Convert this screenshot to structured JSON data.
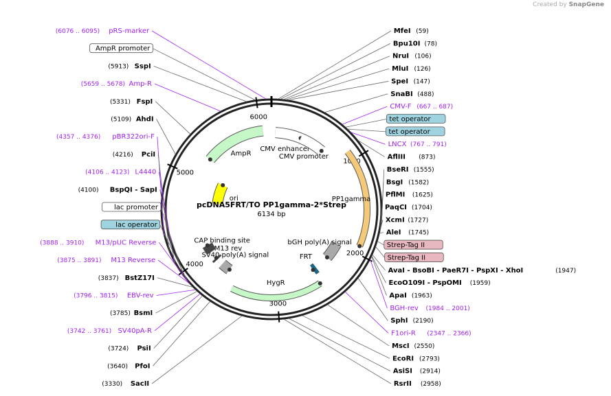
{
  "header": {
    "credit_prefix": "Created by",
    "credit_brand": "SnapGene"
  },
  "plasmid": {
    "name": "pcDNA5FRT/TO PP1gamma-2*Strep",
    "size_label": "6134 bp",
    "total_bp": 6134
  },
  "ticks": [
    "1000",
    "2000",
    "3000",
    "4000",
    "5000",
    "6000"
  ],
  "features": [
    {
      "id": "ampr",
      "label": "AmpR",
      "start": 5268,
      "end": 6028,
      "dir": -1,
      "color": "#c6f7c6"
    },
    {
      "id": "cmv-enh",
      "label": "CMV enhancer",
      "start": 50,
      "end": 380,
      "dir": 1,
      "color": "#ffffff"
    },
    {
      "id": "cmv-prom",
      "label": "CMV promoter",
      "start": 380,
      "end": 690,
      "dir": 1,
      "color": "#ffffff"
    },
    {
      "id": "pp1",
      "label": "PP1gamma",
      "start": 900,
      "end": 1920,
      "dir": 1,
      "color": "#f5c97a"
    },
    {
      "id": "bgh",
      "label": "bGH poly(A) signal",
      "start": 2010,
      "end": 2230,
      "dir": 1,
      "color": "#a9a9a9"
    },
    {
      "id": "frt",
      "label": "FRT",
      "start": 2430,
      "end": 2480,
      "dir": 1,
      "color": "#1a6b8a"
    },
    {
      "id": "hygr",
      "label": "HygR",
      "start": 2500,
      "end": 3520,
      "dir": -1,
      "color": "#c6f7c6"
    },
    {
      "id": "sv40",
      "label": "SV40 poly(A) signal",
      "start": 3660,
      "end": 3780,
      "dir": -1,
      "color": "#a9a9a9"
    },
    {
      "id": "m13rev",
      "label": "M13 rev",
      "start": 3870,
      "end": 3895,
      "dir": 1,
      "color": "#444444"
    },
    {
      "id": "cap",
      "label": "CAP binding site",
      "start": 4000,
      "end": 4100,
      "dir": 1,
      "color": "#444444"
    },
    {
      "id": "ori",
      "label": "ori",
      "start": 4700,
      "end": 5050,
      "dir": 1,
      "color": "#ffff00"
    }
  ],
  "labels": [
    {
      "name": "pRS-marker",
      "pos": "(6076 .. 6095)",
      "kind": "primer",
      "at": 6085
    },
    {
      "name": "AmpR promoter",
      "pos": "",
      "kind": "promoter",
      "at": 5990
    },
    {
      "name": "SspI",
      "pos": "(5913)",
      "kind": "enzyme",
      "at": 5913
    },
    {
      "name": "Amp-R",
      "pos": "(5659 .. 5678)",
      "kind": "primer",
      "at": 5668
    },
    {
      "name": "FspI",
      "pos": "(5331)",
      "kind": "enzyme",
      "at": 5331
    },
    {
      "name": "AhdI",
      "pos": "(5109)",
      "kind": "enzyme",
      "at": 5109
    },
    {
      "name": "MfeI",
      "pos": "(59)",
      "kind": "enzyme",
      "at": 59
    },
    {
      "name": "Bpu10I",
      "pos": "(78)",
      "kind": "enzyme",
      "at": 78
    },
    {
      "name": "NruI",
      "pos": "(106)",
      "kind": "enzyme",
      "at": 106
    },
    {
      "name": "MluI",
      "pos": "(126)",
      "kind": "enzyme",
      "at": 126
    },
    {
      "name": "SpeI",
      "pos": "(147)",
      "kind": "enzyme",
      "at": 147
    },
    {
      "name": "SnaBI",
      "pos": "(488)",
      "kind": "enzyme",
      "at": 488
    },
    {
      "name": "CMV-F",
      "pos": "(667 .. 687)",
      "kind": "primer",
      "at": 677
    },
    {
      "name": "tet operator",
      "pos": "",
      "kind": "operator",
      "at": 715
    },
    {
      "name": "tet operator",
      "pos": "",
      "kind": "operator",
      "at": 740
    },
    {
      "name": "LNCX",
      "pos": "(767 .. 791)",
      "kind": "primer",
      "at": 779
    },
    {
      "name": "AflIII",
      "pos": "(873)",
      "kind": "enzyme",
      "at": 873
    },
    {
      "name": "BseRI",
      "pos": "(1555)",
      "kind": "enzyme",
      "at": 1555
    },
    {
      "name": "BsgI",
      "pos": "(1582)",
      "kind": "enzyme",
      "at": 1582
    },
    {
      "name": "PflMI",
      "pos": "(1625)",
      "kind": "enzyme",
      "at": 1625
    },
    {
      "name": "PaqCI",
      "pos": "(1704)",
      "kind": "enzyme",
      "at": 1704
    },
    {
      "name": "XcmI",
      "pos": "(1727)",
      "kind": "enzyme",
      "at": 1727
    },
    {
      "name": "AleI",
      "pos": "(1745)",
      "kind": "enzyme",
      "at": 1745
    },
    {
      "name": "Strep-Tag II",
      "pos": "",
      "kind": "tag",
      "at": 1820
    },
    {
      "name": "Strep-Tag II",
      "pos": "",
      "kind": "tag",
      "at": 1870
    },
    {
      "name": "AvaI - BsoBI - PaeR7I - PspXI - XhoI",
      "pos": "(1947)",
      "kind": "enzyme",
      "at": 1947
    },
    {
      "name": "EcoO109I - PspOMI",
      "pos": "(1959)",
      "kind": "enzyme",
      "at": 1959
    },
    {
      "name": "ApaI",
      "pos": "(1963)",
      "kind": "enzyme",
      "at": 1963
    },
    {
      "name": "BGH-rev",
      "pos": "(1984 .. 2001)",
      "kind": "primer",
      "at": 1992
    },
    {
      "name": "SphI",
      "pos": "(2190)",
      "kind": "enzyme",
      "at": 2190
    },
    {
      "name": "F1ori-R",
      "pos": "(2347 .. 2366)",
      "kind": "primer",
      "at": 2356
    },
    {
      "name": "MscI",
      "pos": "(2550)",
      "kind": "enzyme",
      "at": 2550
    },
    {
      "name": "EcoRI",
      "pos": "(2793)",
      "kind": "enzyme",
      "at": 2793
    },
    {
      "name": "AsiSI",
      "pos": "(2914)",
      "kind": "enzyme",
      "at": 2914
    },
    {
      "name": "RsrII",
      "pos": "(2958)",
      "kind": "enzyme",
      "at": 2958
    },
    {
      "name": "SacII",
      "pos": "(3330)",
      "kind": "enzyme",
      "at": 3330
    },
    {
      "name": "PfoI",
      "pos": "(3640)",
      "kind": "enzyme",
      "at": 3640
    },
    {
      "name": "PsiI",
      "pos": "(3724)",
      "kind": "enzyme",
      "at": 3724
    },
    {
      "name": "SV40pA-R",
      "pos": "(3742 .. 3761)",
      "kind": "primer",
      "at": 3751
    },
    {
      "name": "BsmI",
      "pos": "(3785)",
      "kind": "enzyme",
      "at": 3785
    },
    {
      "name": "EBV-rev",
      "pos": "(3796 .. 3815)",
      "kind": "primer",
      "at": 3805
    },
    {
      "name": "BstZ17I",
      "pos": "(3837)",
      "kind": "enzyme",
      "at": 3837
    },
    {
      "name": "M13 Reverse",
      "pos": "(3875 .. 3891)",
      "kind": "primer",
      "at": 3883
    },
    {
      "name": "lac operator",
      "pos": "",
      "kind": "operator",
      "at": 3905
    },
    {
      "name": "M13/pUC Reverse",
      "pos": "(3888 .. 3910)",
      "kind": "primer",
      "at": 3899
    },
    {
      "name": "lac promoter",
      "pos": "",
      "kind": "promoter",
      "at": 3960
    },
    {
      "name": "BspQI - SapI",
      "pos": "(4100)",
      "kind": "enzyme",
      "at": 4100
    },
    {
      "name": "L4440",
      "pos": "(4106 .. 4123)",
      "kind": "primer",
      "at": 4115
    },
    {
      "name": "PciI",
      "pos": "(4216)",
      "kind": "enzyme",
      "at": 4216
    },
    {
      "name": "pBR322ori-F",
      "pos": "(4357 .. 4376)",
      "kind": "primer",
      "at": 4366
    }
  ]
}
